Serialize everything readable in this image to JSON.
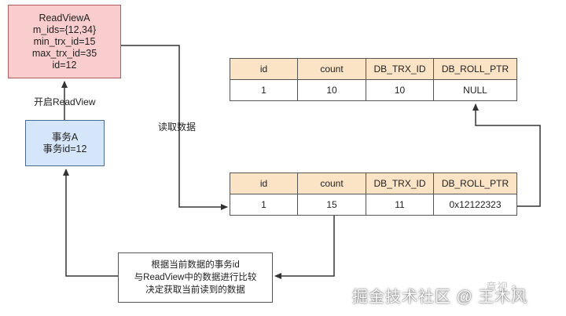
{
  "readview": {
    "lines": [
      "ReadViewA",
      "m_ids={12,34}",
      "min_trx_id=15",
      "max_trx_id=35",
      "id=12"
    ]
  },
  "transaction": {
    "lines": [
      "事务A",
      "事务id=12"
    ]
  },
  "labels": {
    "open_readview": "开启ReadView",
    "read_data": "读取数据"
  },
  "decision_note": {
    "lines": [
      "根据当前数据的事务id",
      "与ReadView中的数据进行比较",
      "决定获取当前读到的数据"
    ]
  },
  "columns": [
    "id",
    "count",
    "DB_TRX_ID",
    "DB_ROLL_PTR"
  ],
  "old_row": [
    "1",
    "10",
    "10",
    "NULL"
  ],
  "new_row": [
    "1",
    "15",
    "11",
    "0x12122323"
  ],
  "watermark": {
    "text": "掘金技术社区 @ 王木风",
    "ghost": "章视 a"
  },
  "colors": {
    "readview_fill": "#f9cdcd",
    "transaction_fill": "#d5e6fa",
    "table_header_fill": "#fbe3c6",
    "line": "#3a3a3a"
  }
}
